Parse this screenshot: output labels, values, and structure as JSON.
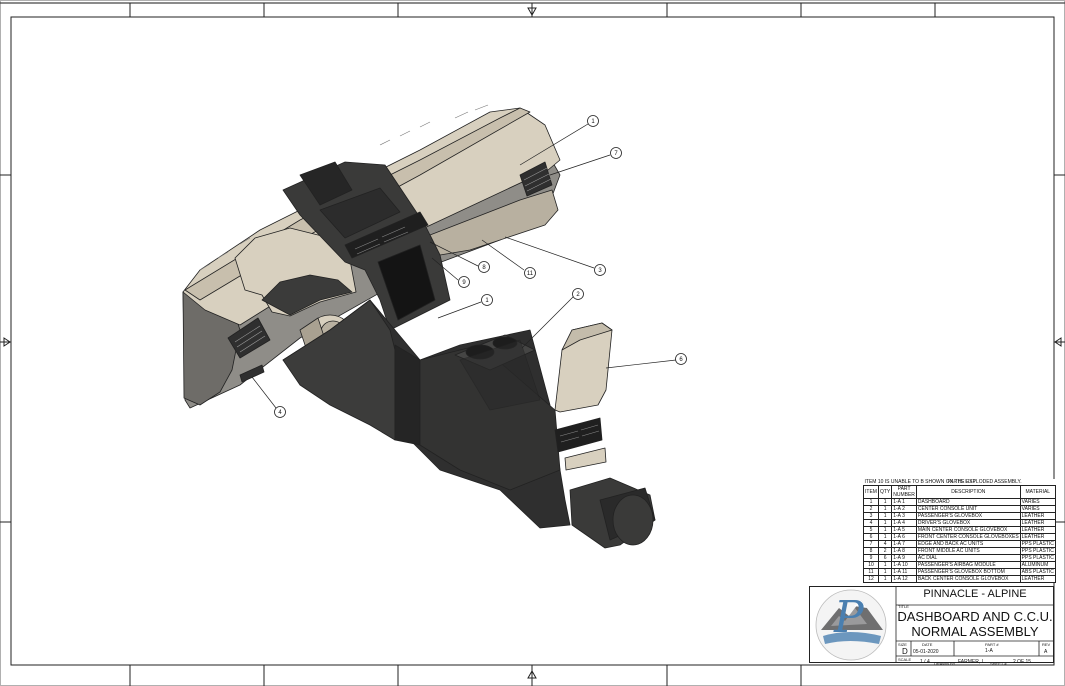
{
  "drawing": {
    "balloons": [
      "1",
      "7",
      "3",
      "11",
      "8",
      "9",
      "1",
      "2",
      "6",
      "4"
    ]
  },
  "bom": {
    "note": "ITEM 10 IS UNABLE TO B SHOWN ON THE EXPLODED ASSEMBLY.",
    "overlay_text": "PARTS LIST",
    "headers": [
      "ITEM",
      "QTY",
      "PART NUMBER",
      "DESCRIPTION",
      "MATERIAL"
    ],
    "rows": [
      [
        "1",
        "1",
        "1-A 1",
        "DASHBOARD",
        "VARIES"
      ],
      [
        "2",
        "1",
        "1-A 2",
        "CENTER CONSOLE UNIT",
        "VARIES"
      ],
      [
        "3",
        "1",
        "1-A 3",
        "PASSENGER'S GLOVEBOX",
        "LEATHER"
      ],
      [
        "4",
        "1",
        "1-A 4",
        "DRIVER'S GLOVEBOX",
        "LEATHER"
      ],
      [
        "5",
        "1",
        "1-A 5",
        "MAIN CENTER CONSOLE GLOVEBOX",
        "LEATHER"
      ],
      [
        "6",
        "1",
        "1-A 6",
        "FRONT CENTER CONSOLE GLOVEBOXES",
        "LEATHER"
      ],
      [
        "7",
        "4",
        "1-A 7",
        "EDGE AND BACK AC UNITS",
        "PPS PLASTIC"
      ],
      [
        "8",
        "2",
        "1-A 8",
        "FRONT MIDDLE AC UNITS",
        "PPS PLASTIC"
      ],
      [
        "9",
        "6",
        "1-A 9",
        "AC DIAL",
        "PPS PLASTIC"
      ],
      [
        "10",
        "1",
        "1-A 10",
        "PASSENGER'S AIRBAG MODULE",
        "ALUMINUM"
      ],
      [
        "11",
        "1",
        "1-A 11",
        "PASSENGER'S GLOVEBOX BOTTOM",
        "ABS PLASTIC"
      ],
      [
        "12",
        "1",
        "1-A 12",
        "BACK CENTER CONSOLE GLOVEBOX",
        "LEATHER"
      ]
    ]
  },
  "title_block": {
    "company": "PINNACLE - ALPINE",
    "title_label": "TITLE",
    "title_line1": "DASHBOARD AND C.C.U.",
    "title_line2": "NORMAL ASSEMBLY",
    "size_label": "SIZE",
    "size": "D",
    "date_label": "DATE",
    "date": "05-01-2020",
    "part_label": "PART #",
    "part": "1-A",
    "rev_label": "REV",
    "rev": "A",
    "scale_label": "SCALE",
    "scale": "1 / 4",
    "drawn_label": "DRAWN BY",
    "drawn_by": "FARMER, L.",
    "sheet_label": "SHEET #",
    "sheet": "2 OF 15",
    "logo_letter": "P"
  },
  "colors": {
    "border": "#222222",
    "dash_tan": "#d8d0bf",
    "dash_dark": "#4a4a48",
    "console_dark": "#2f2f2f",
    "logo_blue": "#4a7fb0"
  }
}
